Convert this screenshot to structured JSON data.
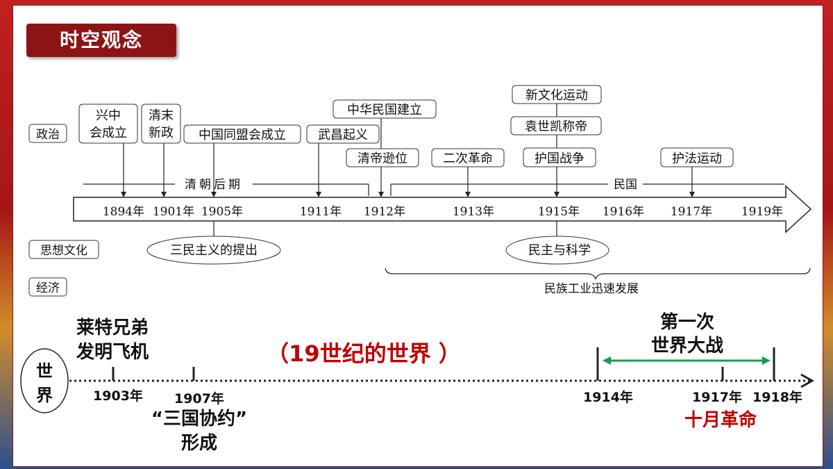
{
  "header": {
    "title": "时空观念"
  },
  "row_labels": {
    "politics": "政治",
    "culture": "思想文化",
    "economy": "经济"
  },
  "china": {
    "qing_label": "清朝后期",
    "minguo_label": "民国",
    "years": [
      "1894年",
      "1901年",
      "1905年",
      "1911年",
      "1912年",
      "1913年",
      "1915年",
      "1916年",
      "1917年",
      "1919年"
    ],
    "events": {
      "xingzhonghui": [
        "兴中",
        "会成立"
      ],
      "xinzheng": [
        "清末",
        "新政"
      ],
      "tongmenghui": "中国同盟会成立",
      "wuchang": "武昌起义",
      "minguo_founding": "中华民国建立",
      "abdication": "清帝逊位",
      "second_revolution": "二次革命",
      "new_culture": "新文化运动",
      "yuan_emperor": "袁世凯称帝",
      "national_protection": "护国战争",
      "constitution_protection": "护法运动"
    },
    "culture": {
      "three_principles": "三民主义的提出",
      "democracy_science": "民主与科学"
    },
    "economy": {
      "industry": "民族工业迅速发展"
    }
  },
  "world": {
    "label": [
      "世",
      "界"
    ],
    "center_title": "（19世纪的世界 ）",
    "years": [
      "1903年",
      "1907年",
      "1914年",
      "1917年",
      "1918年"
    ],
    "wright": [
      "莱特兄弟",
      "发明飞机"
    ],
    "entente": [
      "“三国协约”",
      "形成"
    ],
    "ww1": [
      "第一次",
      "世界大战"
    ],
    "october": "十月革命"
  },
  "colors": {
    "accent_red": "#8d1414",
    "highlight_red": "#c00000",
    "war_green": "#1b9a4b"
  }
}
